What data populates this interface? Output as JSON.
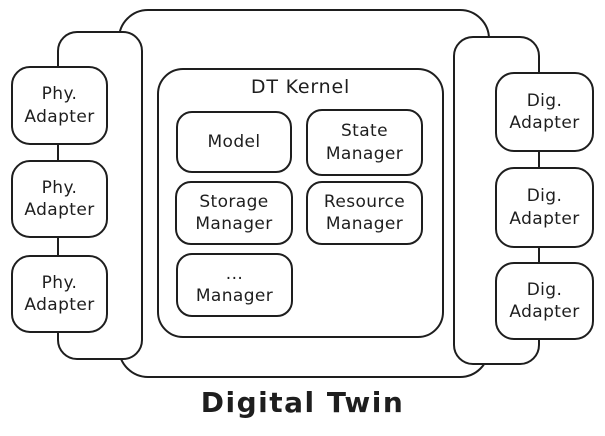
{
  "colors": {
    "stroke": "#1e1e1e",
    "background": "#ffffff"
  },
  "caption": "Digital Twin",
  "kernel": {
    "title": "DT Kernel",
    "modules": [
      {
        "id": "model",
        "label": "Model"
      },
      {
        "id": "state-manager",
        "label": "State\nManager"
      },
      {
        "id": "storage-manager",
        "label": "Storage\nManager"
      },
      {
        "id": "resource-manager",
        "label": "Resource\nManager"
      },
      {
        "id": "etc-manager",
        "label": "...\nManager"
      }
    ]
  },
  "left_adapters": [
    {
      "label": "Phy.\nAdapter"
    },
    {
      "label": "Phy.\nAdapter"
    },
    {
      "label": "Phy.\nAdapter"
    }
  ],
  "right_adapters": [
    {
      "label": "Dig.\nAdapter"
    },
    {
      "label": "Dig.\nAdapter"
    },
    {
      "label": "Dig.\nAdapter"
    }
  ]
}
